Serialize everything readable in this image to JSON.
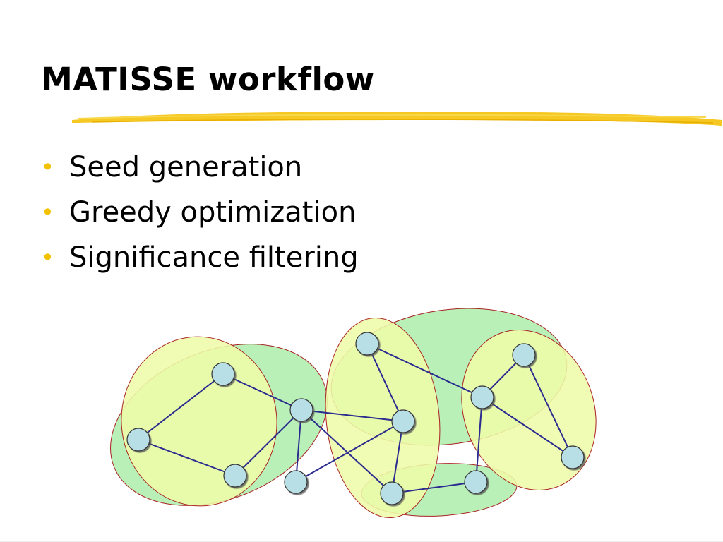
{
  "slide": {
    "title": "MATISSE workflow",
    "accent_color": "#f5c518",
    "bullet_color": "#f2c200"
  },
  "bullets": [
    "Seed generation",
    "Greedy optimization",
    "Significance filtering"
  ],
  "diagram": {
    "node_fill": "#b8dfe6",
    "edge_color": "#2b2b8f",
    "green_fill": "#b8f0b8",
    "yellow_fill": "#eefca8",
    "outline_color": "#aa2222"
  }
}
